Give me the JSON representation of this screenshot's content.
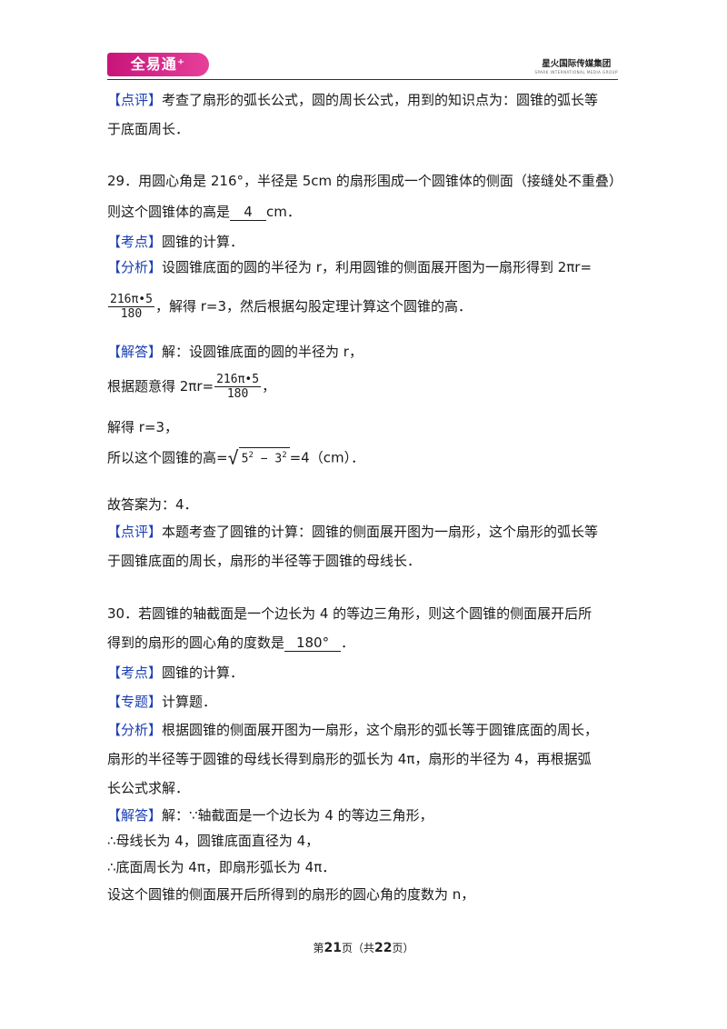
{
  "header": {
    "logo_text": "全易通⁺",
    "brand": "星火国际传媒集团",
    "brand_sub": "SPARK INTERNATIONAL MEDIA GROUP"
  },
  "lines": {
    "l1_tag": "【点评】",
    "l1_text": "考查了扇形的弧长公式，圆的周长公式，用到的知识点为：圆锥的弧长等",
    "l2": "于底面周长．",
    "q29_a": "29．用圆心角是 216°，半径是 5cm 的扇形围成一个圆锥体的侧面（接缝处不重叠）",
    "q29_b": "则这个圆锥体的高是",
    "q29_ans": "4",
    "q29_unit": "cm．",
    "kd1_tag": "【考点】",
    "kd1_text": "圆锥的计算．",
    "fx1_tag": "【分析】",
    "fx1_text": "设圆锥底面的圆的半径为 r，利用圆锥的侧面展开图为一扇形得到 2πr=",
    "frac_num": "216π•5",
    "frac_den": "180",
    "fx1_b": "，解得 r=3，然后根据勾股定理计算这个圆锥的高．",
    "jd1_tag": "【解答】",
    "jd1_text": "解：设圆锥底面的圆的半径为 r，",
    "eq_a": "根据题意得 2πr=",
    "eq_b": "，",
    "solve": "解得 r=3，",
    "height_a": "所以这个圆锥的高=",
    "sqrt_a": "5",
    "sqrt_b": "3",
    "sqrt_exp": "2",
    "sqrt_minus": " − ",
    "height_b": "=4（cm）．",
    "ans1": "故答案为：4．",
    "dp1_tag": "【点评】",
    "dp1_text": "本题考查了圆锥的计算：圆锥的侧面展开图为一扇形，这个扇形的弧长等",
    "dp1_b": "于圆锥底面的周长，扇形的半径等于圆锥的母线长．",
    "q30_a": "30．若圆锥的轴截面是一个边长为 4 的等边三角形，则这个圆锥的侧面展开后所",
    "q30_b": "得到的扇形的圆心角的度数是",
    "q30_ans": "180°",
    "q30_end": "．",
    "kd2_tag": "【考点】",
    "kd2_text": "圆锥的计算．",
    "zt_tag": "【专题】",
    "zt_text": "计算题．",
    "fx2_tag": "【分析】",
    "fx2_text": "根据圆锥的侧面展开图为一扇形，这个扇形的弧长等于圆锥底面的周长，",
    "fx2_b": "扇形的半径等于圆锥的母线长得到扇形的弧长为 4π，扇形的半径为 4，再根据弧",
    "fx2_c": "长公式求解．",
    "jd2_tag": "【解答】",
    "jd2_text": "解：∵轴截面是一个边长为 4 的等边三角形，",
    "s1": "∴母线长为 4，圆锥底面直径为 4，",
    "s2": "∴底面周长为 4π，即扇形弧长为 4π．",
    "s3": "设这个圆锥的侧面展开后所得到的扇形的圆心角的度数为 n，"
  },
  "footer": {
    "pre": "第",
    "page": "21",
    "mid": "页（共",
    "total": "22",
    "post": "页）"
  },
  "colors": {
    "tag": "#1a3fb3",
    "logo": "#d61f86"
  }
}
